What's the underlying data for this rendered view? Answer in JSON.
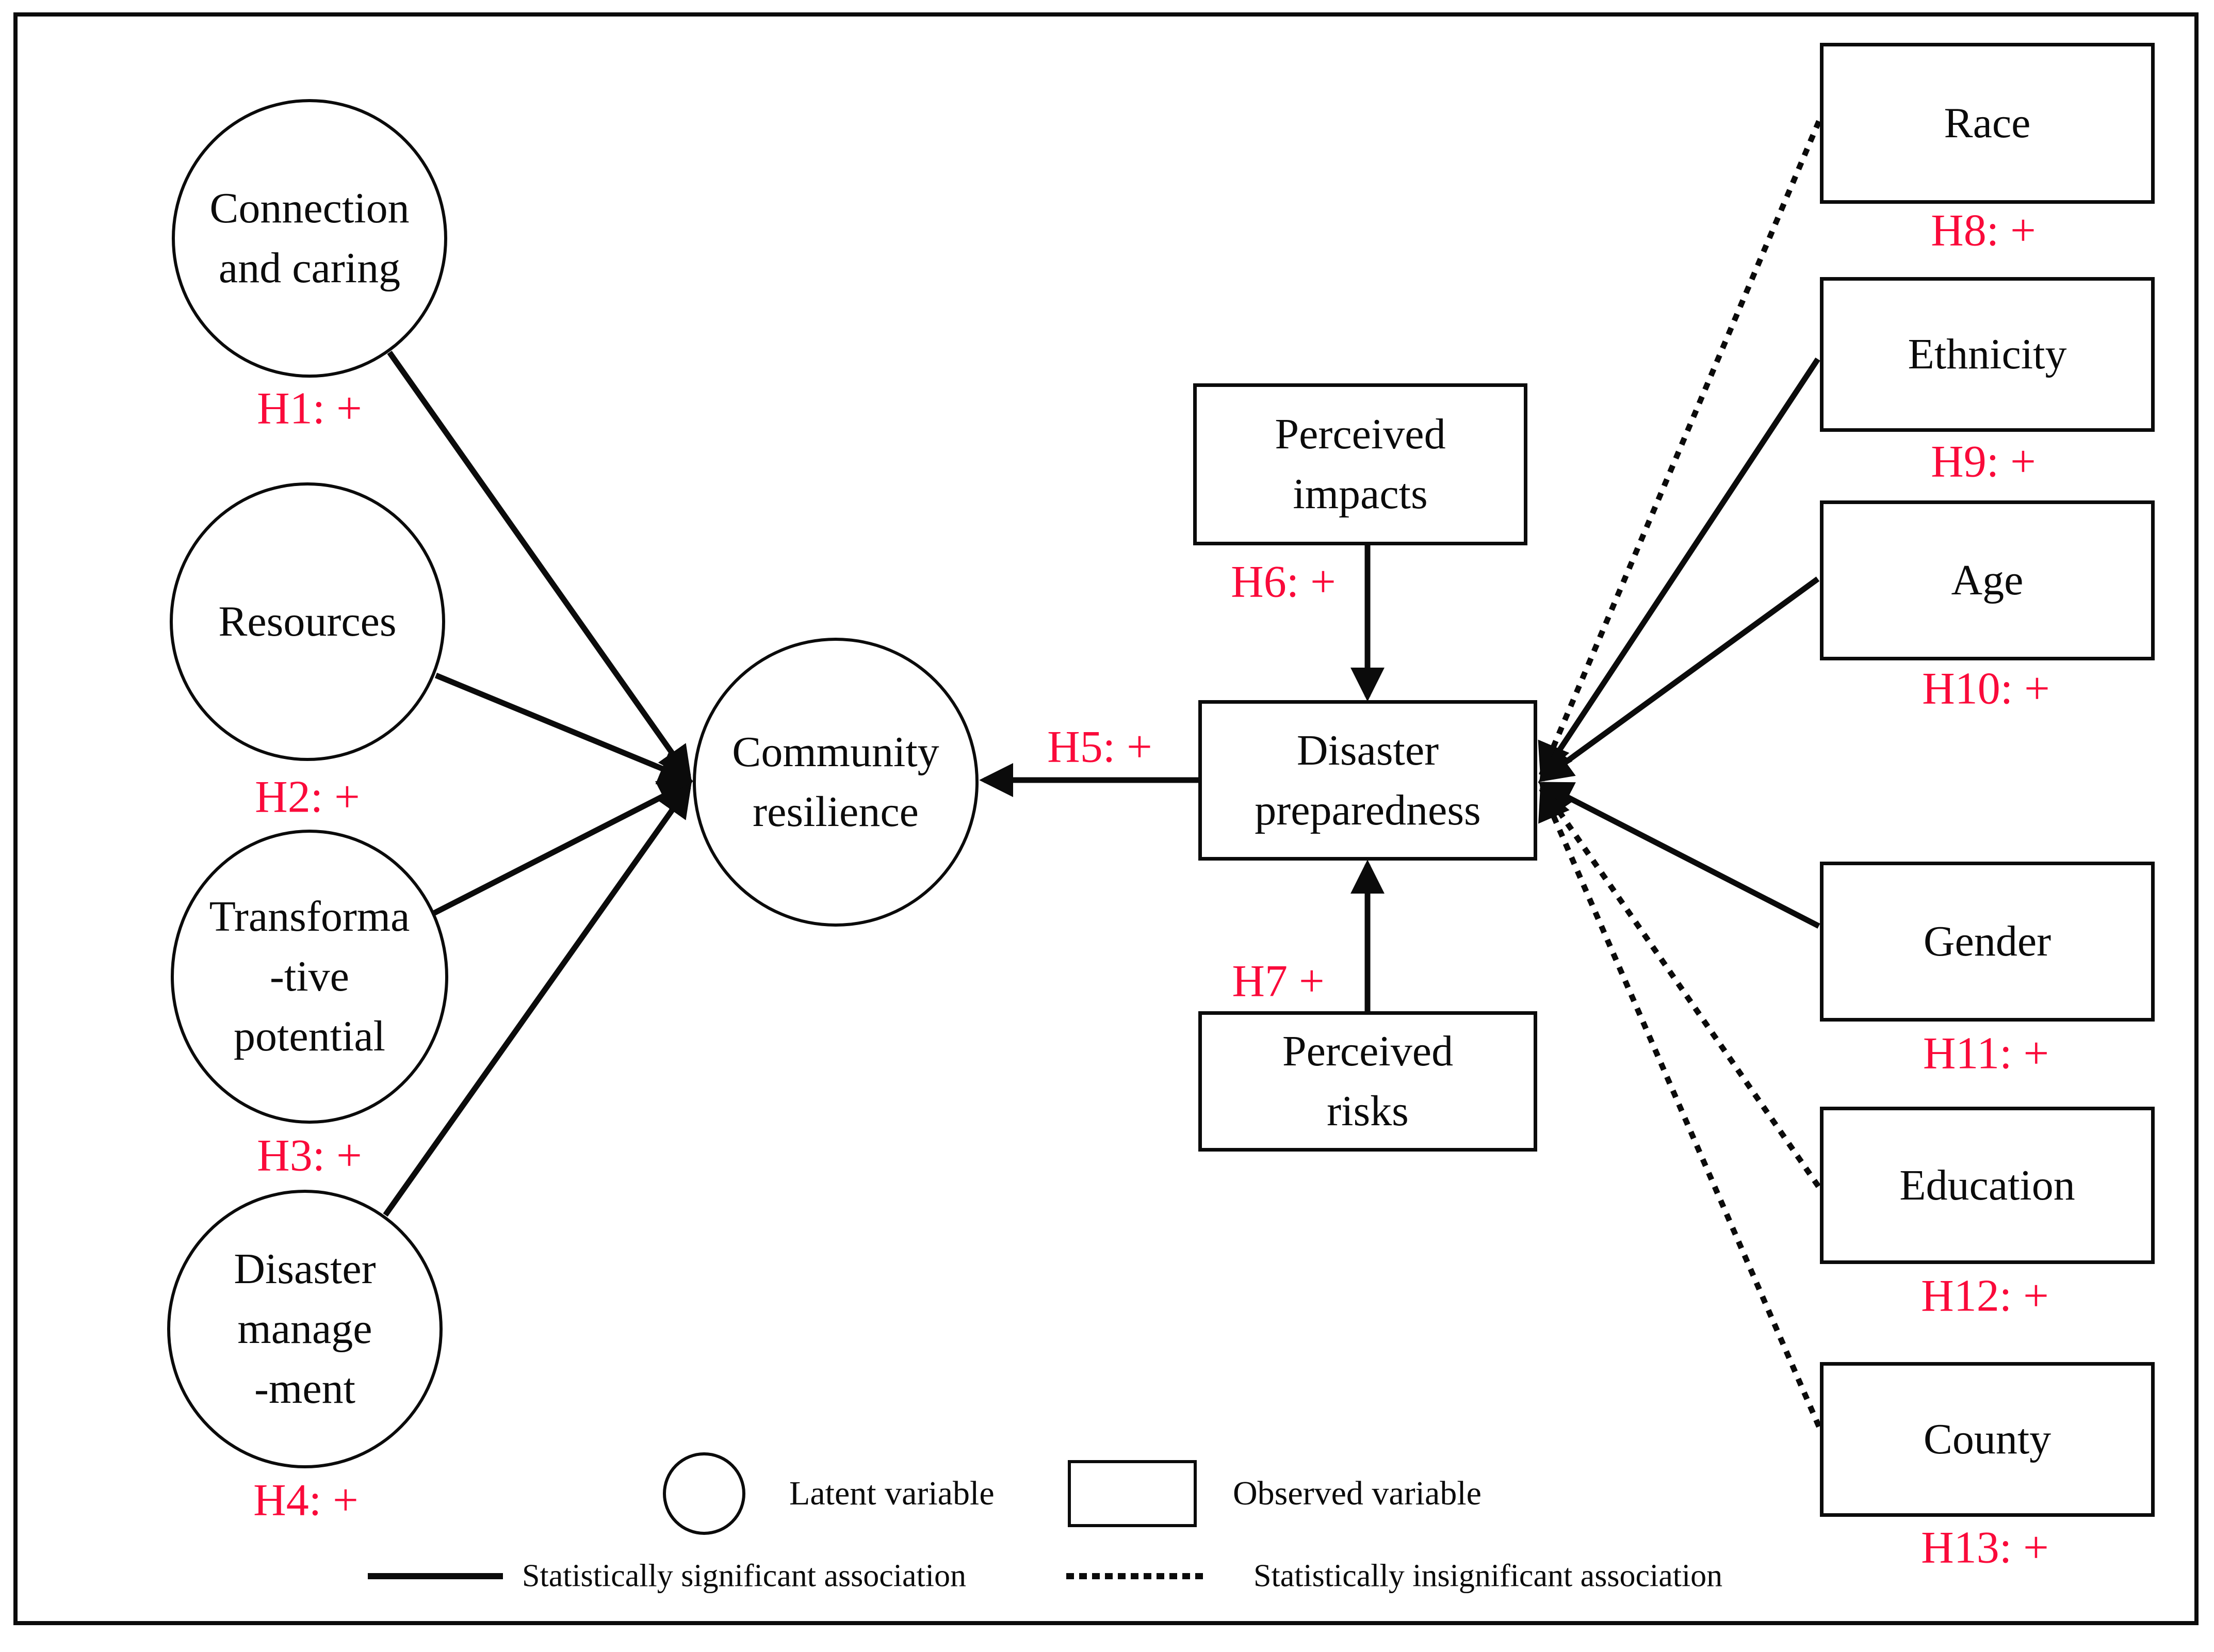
{
  "figure": {
    "description": "Hypothesized structural model linking latent community resilience factors, disaster preparedness, and observed demographic variables"
  },
  "colors": {
    "ink": "#0b0b0b",
    "accent_red": "#fa0a3a",
    "background": "#ffffff"
  },
  "latent_variables": [
    {
      "lines": [
        "Connection",
        "and caring"
      ],
      "hypothesis": "H1: +"
    },
    {
      "lines": [
        "Resources"
      ],
      "hypothesis": "H2: +"
    },
    {
      "lines": [
        "Transforma",
        "-tive",
        "potential"
      ],
      "hypothesis": "H3: +"
    },
    {
      "lines": [
        "Disaster",
        "manage",
        "-ment"
      ],
      "hypothesis": "H4: +"
    }
  ],
  "outcome": {
    "lines": [
      "Community",
      "resilience"
    ]
  },
  "mediator": {
    "lines": [
      "Disaster",
      "preparedness"
    ],
    "hypothesis_to_outcome": "H5: +"
  },
  "center_predictors": [
    {
      "lines": [
        "Perceived",
        "impacts"
      ],
      "hypothesis": "H6: +"
    },
    {
      "lines": [
        "Perceived",
        "risks"
      ],
      "hypothesis": "H7 +"
    }
  ],
  "observed_variables": [
    {
      "label": "Race",
      "hypothesis": "H8: +",
      "association": "insignificant"
    },
    {
      "label": "Ethnicity",
      "hypothesis": "H9: +",
      "association": "significant"
    },
    {
      "label": "Age",
      "hypothesis": "H10: +",
      "association": "significant"
    },
    {
      "label": "Gender",
      "hypothesis": "H11: +",
      "association": "significant"
    },
    {
      "label": "Education",
      "hypothesis": "H12: +",
      "association": "insignificant"
    },
    {
      "label": "County",
      "hypothesis": "H13: +",
      "association": "insignificant"
    }
  ],
  "legend": {
    "latent_label": "Latent variable",
    "observed_label": "Observed variable",
    "significant_label": "Statistically significant association",
    "insignificant_label": "Statistically insignificant association"
  }
}
